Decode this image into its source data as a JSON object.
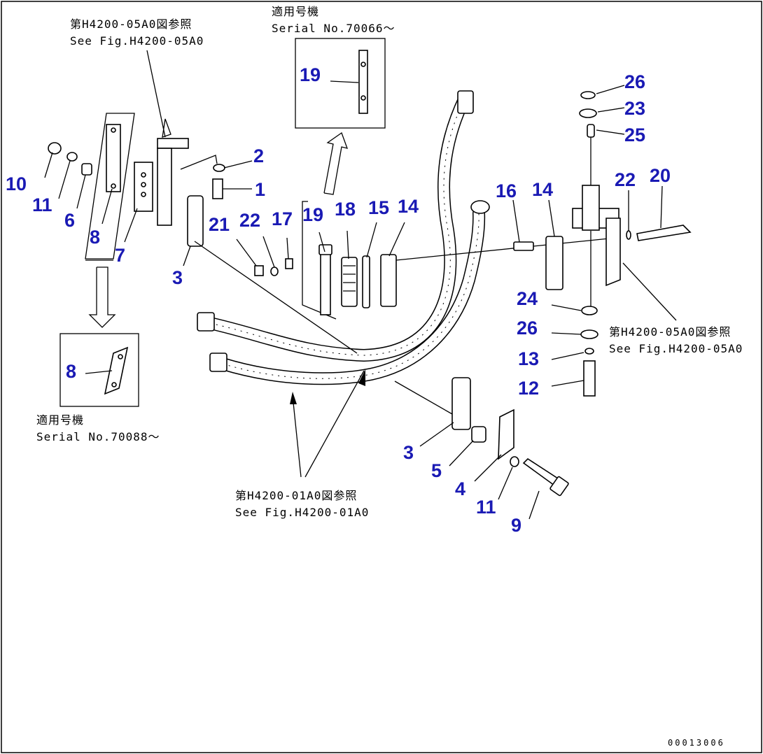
{
  "references": {
    "top_left": {
      "line1": "第H4200-05A0図参照",
      "line2": "See Fig.H4200-05A0"
    },
    "top_serial": {
      "line1": "適用号機",
      "line2": "Serial No.70066～"
    },
    "bottom_left_serial": {
      "line1": "適用号機",
      "line2": "Serial No.70088～"
    },
    "right": {
      "line1": "第H4200-05A0図参照",
      "line2": "See Fig.H4200-05A0"
    },
    "bottom_center": {
      "line1": "第H4200-01A0図参照",
      "line2": "See Fig.H4200-01A0"
    }
  },
  "callouts": {
    "n1": "1",
    "n2": "2",
    "n3a": "3",
    "n3b": "3",
    "n4": "4",
    "n5": "5",
    "n6": "6",
    "n7": "7",
    "n8a": "8",
    "n8b": "8",
    "n9": "9",
    "n10": "10",
    "n11a": "11",
    "n11b": "11",
    "n12": "12",
    "n13": "13",
    "n14a": "14",
    "n14b": "14",
    "n15": "15",
    "n16": "16",
    "n17": "17",
    "n18": "18",
    "n19a": "19",
    "n19b": "19",
    "n20": "20",
    "n21": "21",
    "n22a": "22",
    "n22b": "22",
    "n23": "23",
    "n24": "24",
    "n25": "25",
    "n26a": "26",
    "n26b": "26"
  },
  "drawing_code": "00013006",
  "colors": {
    "callout": "#1a1ab4",
    "line": "#000000"
  }
}
